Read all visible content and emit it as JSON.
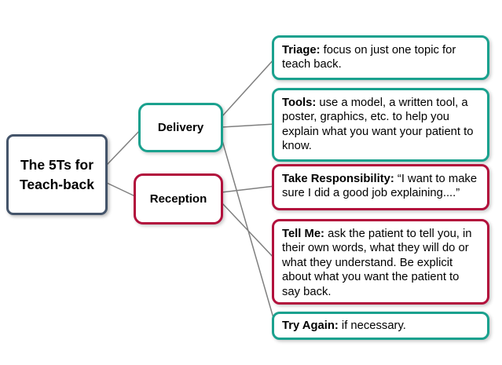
{
  "colors": {
    "teal_branch": "#1aa18e",
    "red_branch": "#b2103c",
    "root_border": "#44546a",
    "connector_line": "#7f7f7f",
    "background": "#ffffff",
    "text": "#000000"
  },
  "root": {
    "line1": "The 5Ts for",
    "line2": "Teach-back"
  },
  "branches": [
    {
      "label": "Delivery"
    },
    {
      "label": "Reception"
    }
  ],
  "leaves": [
    {
      "bold": "Triage:",
      "rest": " focus on just one topic for teach back."
    },
    {
      "bold": "Tools:",
      "rest": " use a model, a written tool, a poster, graphics, etc. to help you explain what you want your patient to know."
    },
    {
      "bold": "Take Responsibility:",
      "rest": " “I want to make sure I did a good job explaining....”"
    },
    {
      "bold": "Tell Me:",
      "rest": " ask the patient to tell you, in their own words, what they will do or what they understand. Be explicit about what you want the patient to say back."
    },
    {
      "bold": "Try Again:",
      "rest": " if necessary."
    }
  ],
  "connections": [
    {
      "from": "root",
      "to": "delivery"
    },
    {
      "from": "root",
      "to": "reception"
    },
    {
      "from": "delivery",
      "to": "triage"
    },
    {
      "from": "delivery",
      "to": "tools"
    },
    {
      "from": "delivery",
      "to": "try-again"
    },
    {
      "from": "reception",
      "to": "take-responsibility"
    },
    {
      "from": "reception",
      "to": "tell-me"
    }
  ]
}
